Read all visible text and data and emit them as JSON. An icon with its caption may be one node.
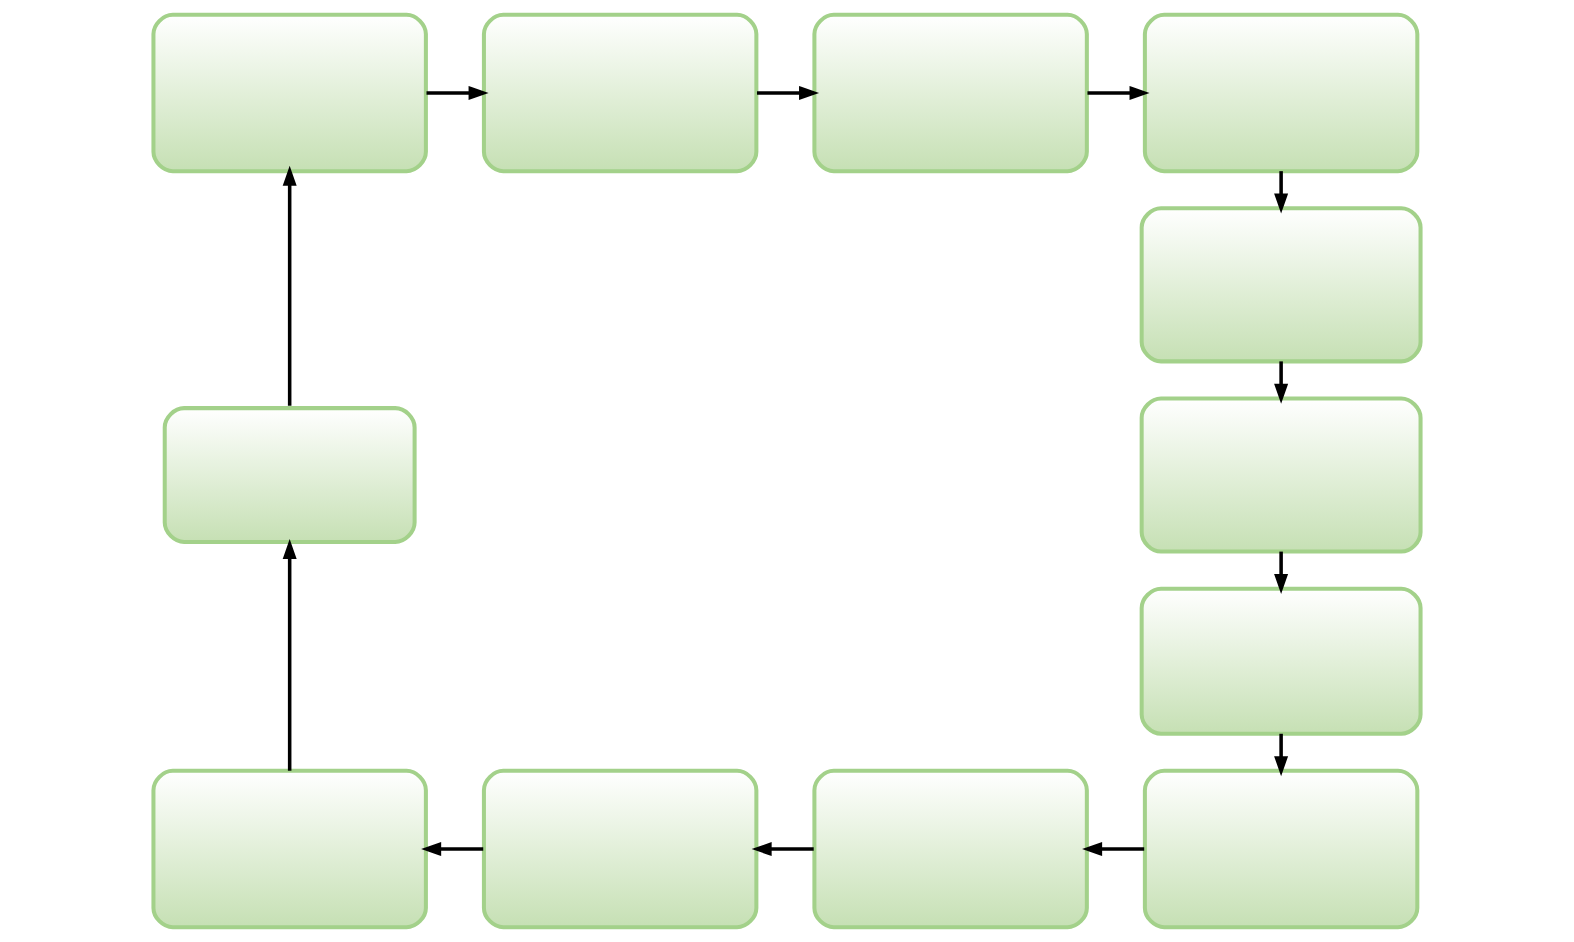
{
  "diagram": {
    "nodes": [
      {
        "text": [],
        "shape": "box"
      },
      {
        "text": [],
        "shape": "box"
      },
      {
        "text": [],
        "shape": "box"
      },
      {
        "text": [],
        "shape": "box"
      },
      {
        "text": [],
        "shape": "box"
      },
      {
        "text": [],
        "shape": "box"
      },
      {
        "text": [],
        "shape": "box"
      },
      {
        "text": [],
        "shape": "box"
      },
      {
        "text": [],
        "shape": "box"
      },
      {
        "text": [],
        "shape": "box"
      },
      {
        "text": [],
        "shape": "box"
      },
      {
        "text": [],
        "shape": "box"
      }
    ],
    "edges": [
      {
        "from": 0,
        "to": 1,
        "arrow": "to"
      },
      {
        "from": 1,
        "to": 2,
        "arrow": "to"
      },
      {
        "from": 2,
        "to": 3,
        "arrow": "to"
      },
      {
        "from": 3,
        "to": 4,
        "arrow": "to"
      },
      {
        "from": 4,
        "to": 6,
        "arrow": "to"
      },
      {
        "from": 6,
        "to": 7,
        "arrow": "to"
      },
      {
        "from": 7,
        "to": 11,
        "arrow": "to"
      },
      {
        "from": 11,
        "to": 10,
        "arrow": "to"
      },
      {
        "from": 10,
        "to": 9,
        "arrow": "to"
      },
      {
        "from": 9,
        "to": 8,
        "arrow": "to"
      },
      {
        "from": 8,
        "to": 5,
        "arrow": "to"
      },
      {
        "from": 5,
        "to": 0,
        "arrow": "to"
      }
    ]
  }
}
